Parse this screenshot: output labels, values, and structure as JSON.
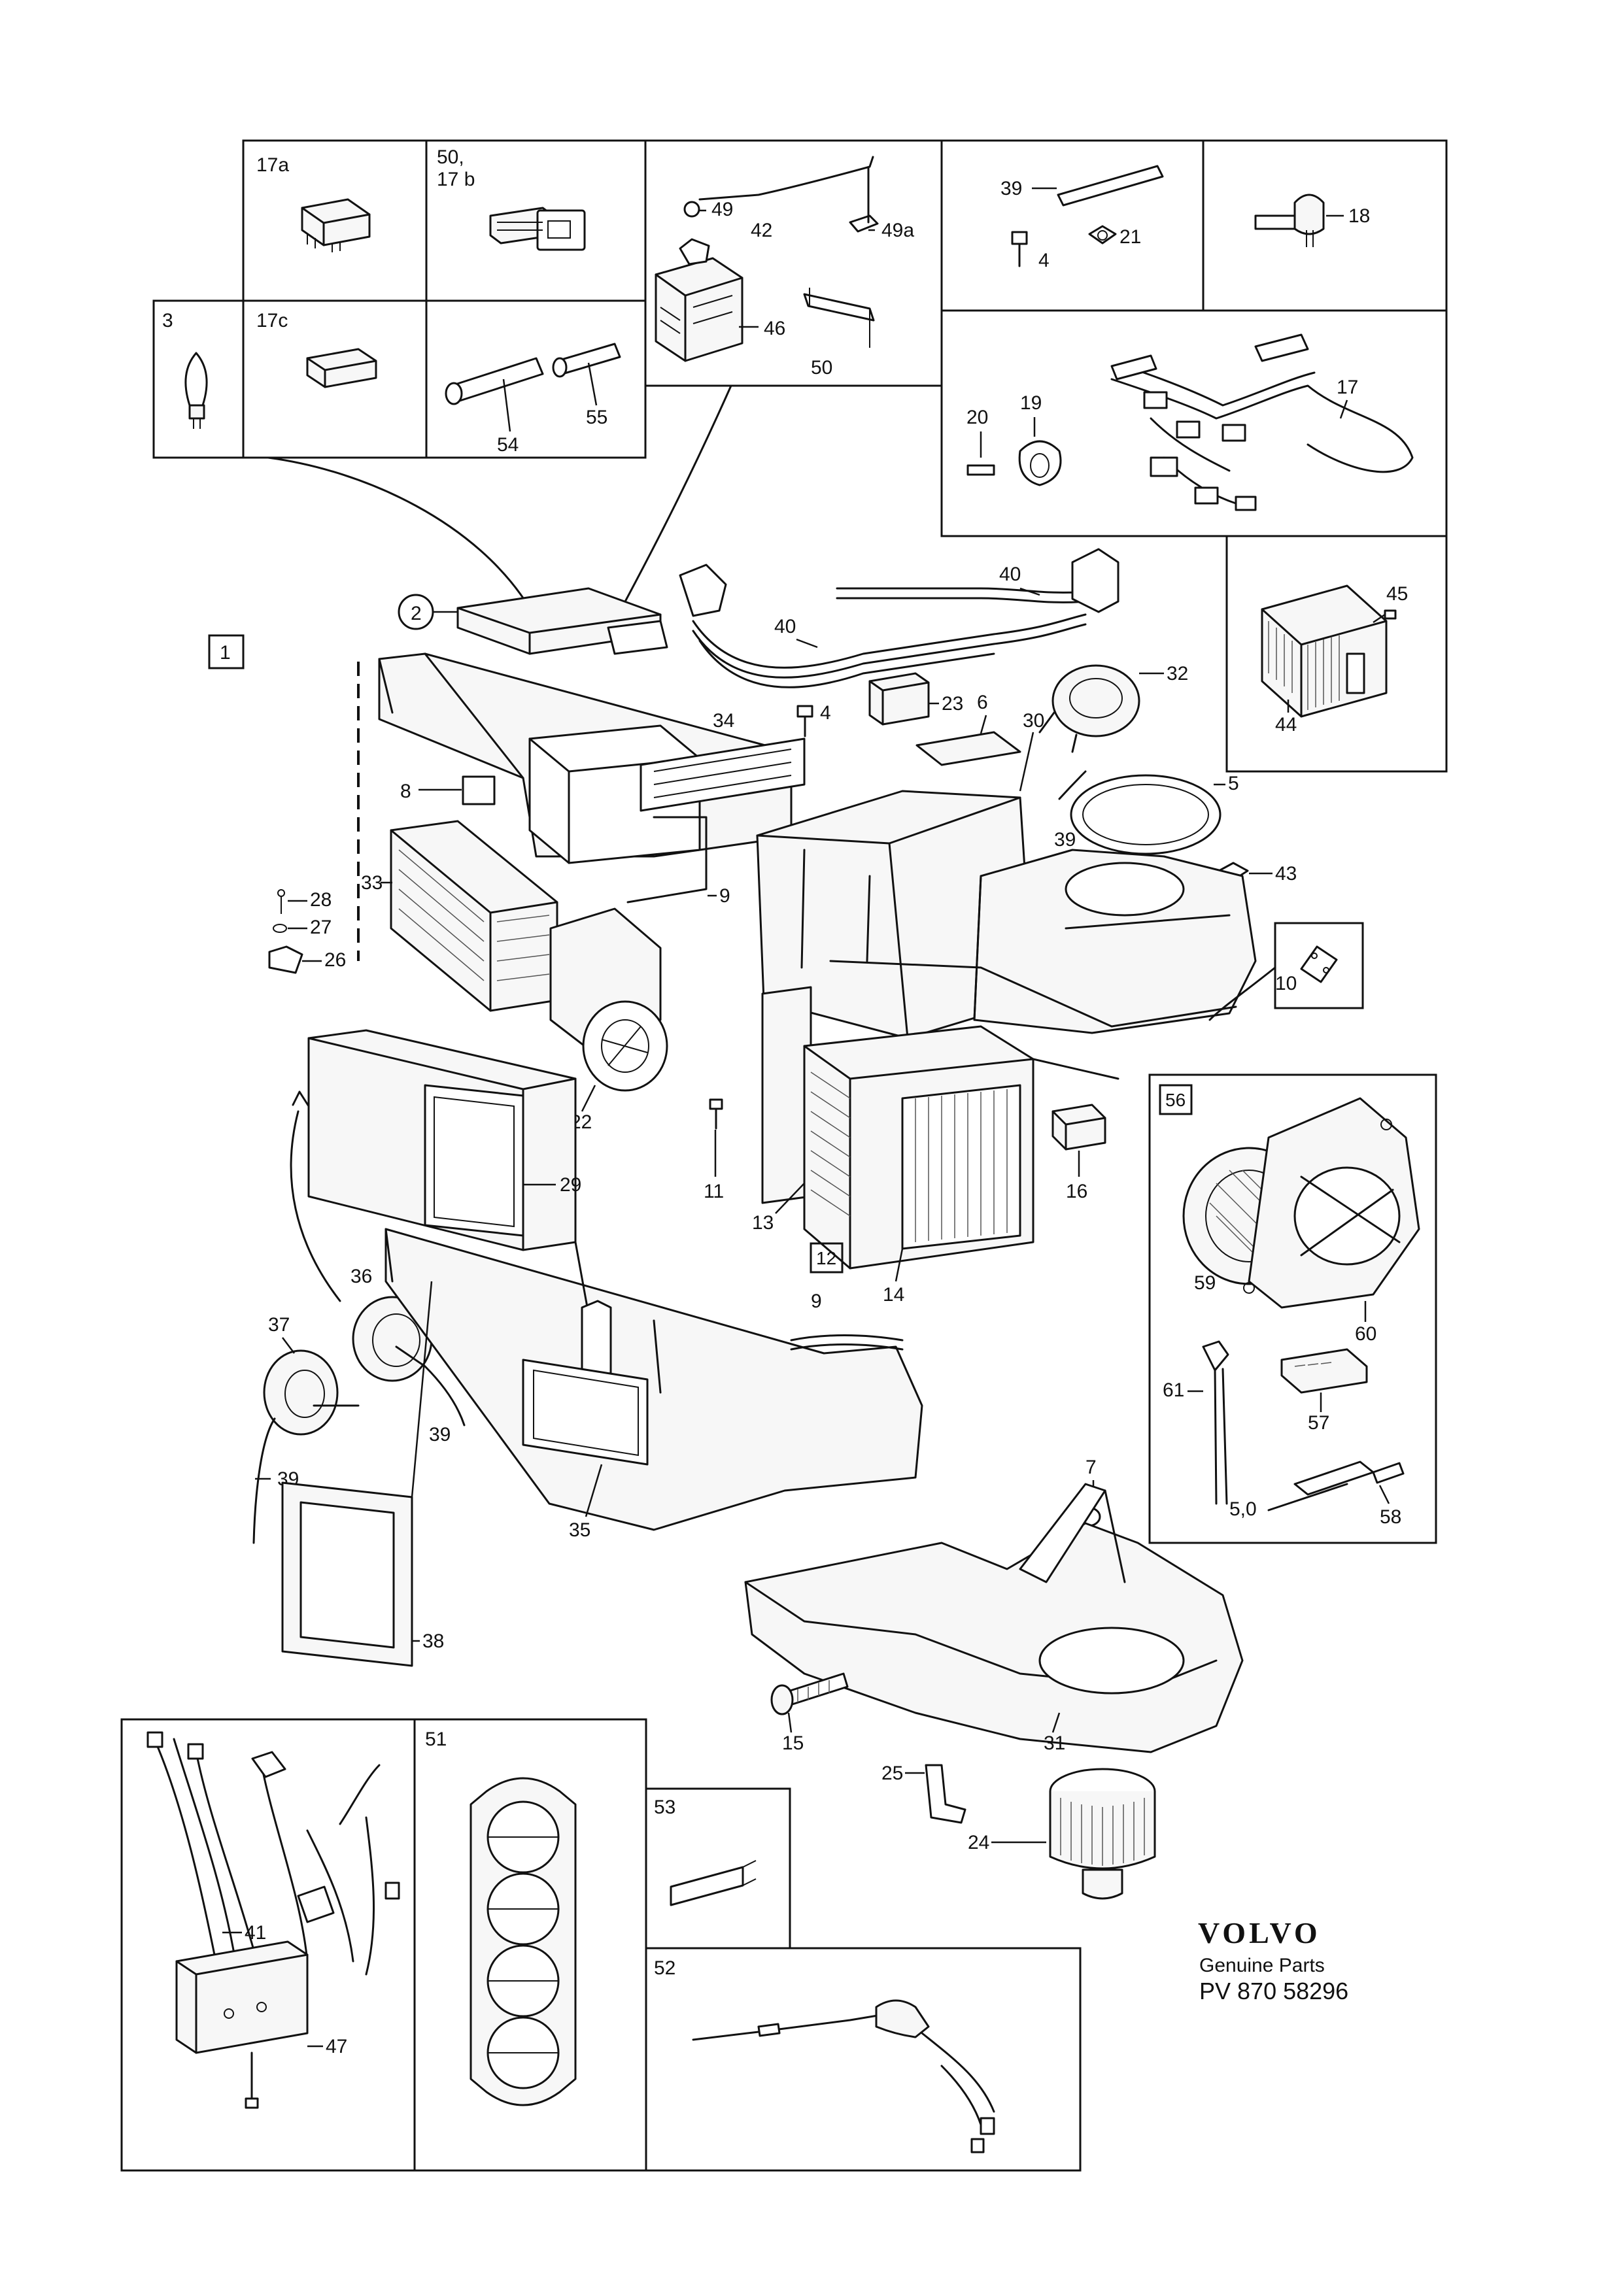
{
  "brand": {
    "logo_text": "VOLVO",
    "caption": "Genuine Parts",
    "code": "PV 870 58296"
  },
  "frame_tags": {
    "main": "1",
    "inset_blower": "56",
    "evaporator": "12"
  },
  "inset_labels": {
    "box_17a": "17a",
    "box_50_17b_line1": "50,",
    "box_50_17b_line2": "17 b",
    "box_3": "3",
    "box_17c": "17c",
    "box_51": "51",
    "box_53": "53",
    "box_52": "52"
  },
  "callouts": {
    "n42": "42",
    "n49": "49",
    "n49a": "49a",
    "n46": "46",
    "n50": "50",
    "n39a": "39",
    "n4a": "4",
    "n21": "21",
    "n18": "18",
    "n54": "54",
    "n55": "55",
    "n20": "20",
    "n19": "19",
    "n17": "17",
    "n45": "45",
    "n44": "44",
    "n2": "2",
    "n40a": "40",
    "n40b": "40",
    "n23": "23",
    "n6": "6",
    "n4b": "4",
    "n34": "34",
    "n30": "30",
    "n32": "32",
    "n8": "8",
    "n33": "33",
    "n28": "28",
    "n27": "27",
    "n26": "26",
    "n9a": "9",
    "n5": "5",
    "n39b": "39",
    "n43": "43",
    "n10": "10",
    "n22": "22",
    "n29": "29",
    "n11": "11",
    "n13": "13",
    "n14": "14",
    "n16": "16",
    "n36": "36",
    "n37": "37",
    "n39c": "39",
    "n39d": "39",
    "n9b": "9",
    "n35": "35",
    "n7": "7",
    "n59": "59",
    "n60": "60",
    "n61": "61",
    "n57": "57",
    "n58": "58",
    "n5_0": "5,0",
    "n38": "38",
    "n15": "15",
    "n31": "31",
    "n25": "25",
    "n24": "24",
    "n41": "41",
    "n47": "47"
  }
}
